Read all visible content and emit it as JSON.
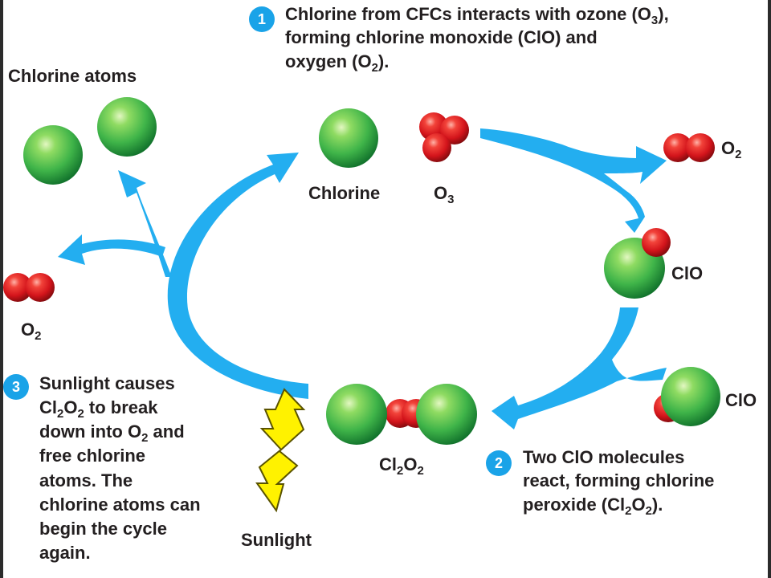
{
  "colors": {
    "arrow": "#23aef0",
    "chlorine": "#3fb449",
    "oxygen": "#e01b22",
    "sunlight": "#fff200",
    "badge": "#1aa3e8"
  },
  "steps": [
    {
      "number": "1",
      "lines": [
        {
          "t": [
            "Chlorine from CFCs interacts with ozone (O",
            "3",
            "),"
          ]
        },
        {
          "t": [
            "forming chlorine monoxide (ClO) and"
          ]
        },
        {
          "t": [
            "oxygen (O",
            "2",
            ")."
          ]
        }
      ]
    },
    {
      "number": "2",
      "lines": [
        {
          "t": [
            "Two ClO molecules"
          ]
        },
        {
          "t": [
            "react, forming chlorine"
          ]
        },
        {
          "t": [
            "peroxide (Cl",
            "2",
            "O",
            "2",
            ")."
          ]
        }
      ]
    },
    {
      "number": "3",
      "lines": [
        {
          "t": [
            "Sunlight causes"
          ]
        },
        {
          "t": [
            "Cl",
            "2",
            "O",
            "2",
            " to break"
          ]
        },
        {
          "t": [
            "down into O",
            "2",
            " and"
          ]
        },
        {
          "t": [
            "free chlorine"
          ]
        },
        {
          "t": [
            "atoms. The"
          ]
        },
        {
          "t": [
            "chlorine atoms can"
          ]
        },
        {
          "t": [
            "begin the cycle"
          ]
        },
        {
          "t": [
            "again."
          ]
        }
      ]
    }
  ],
  "labels": {
    "chlorine_atoms": [
      "Chlorine atoms"
    ],
    "chlorine": [
      "Chlorine"
    ],
    "o3_top": [
      "O",
      "3"
    ],
    "o2_right": [
      "O",
      "2"
    ],
    "clo_right": [
      "ClO"
    ],
    "clo_bottom": [
      "ClO"
    ],
    "cl2o2": [
      "Cl",
      "2",
      "O",
      "2"
    ],
    "o2_left": [
      "O",
      "2"
    ],
    "sunlight": [
      "Sunlight"
    ]
  }
}
